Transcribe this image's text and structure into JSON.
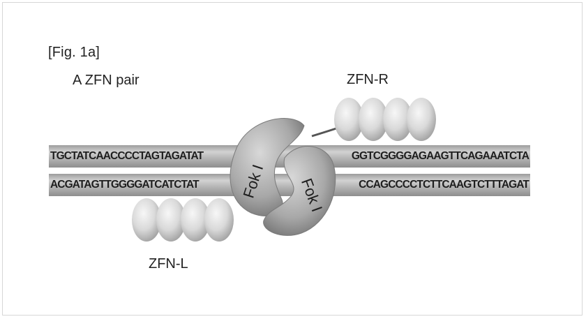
{
  "figure": {
    "label": "[Fig. 1a]",
    "title": "A ZFN pair"
  },
  "labels": {
    "zfn_right": "ZFN-R",
    "zfn_left": "ZFN-L"
  },
  "dna": {
    "top_left": "TGCTATCAACCCCTAGTAGATAT",
    "top_right": "GGTCGGGGAGAAGTTCAGAAATCTA",
    "bottom_left": "ACGATAGTTGGGGATCATCTAT",
    "bottom_right": "CCAGCCCCTCTTCAAGTCTTTAGAT"
  },
  "nucleases": {
    "left": "Fok I",
    "right": "Fok I"
  },
  "colors": {
    "strand": "#b8b8b8",
    "zinc_finger": "#dcdcdc",
    "fok_domain": "#a9a9a9"
  }
}
